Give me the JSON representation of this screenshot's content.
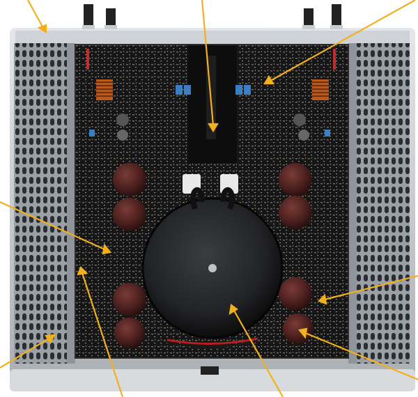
{
  "image": {
    "subject": "amplifier-interior-top-view",
    "components": {
      "chassis": "silver-aluminium-frame",
      "side_panels": "perforated-heatsink-vents",
      "transformer": "toroidal-transformer",
      "capacitors": "reservoir-capacitors",
      "boards": "amplifier-circuit-boards",
      "connectors": "speaker-binding-posts"
    },
    "annotation_color": "#f2b01e",
    "board_color": "#151515",
    "chassis_color": "#c4c8cc"
  }
}
